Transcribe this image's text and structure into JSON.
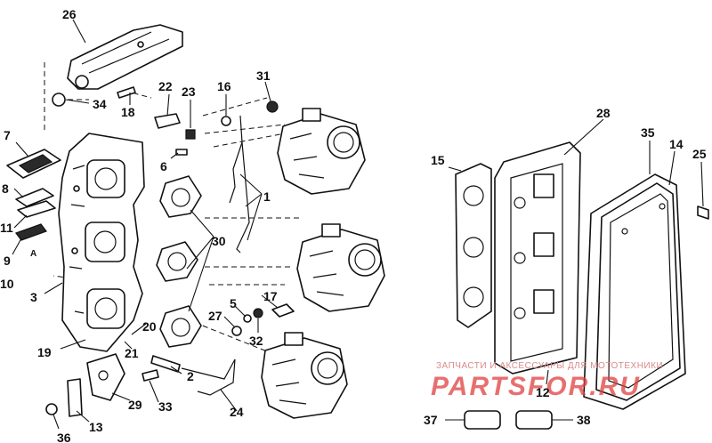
{
  "callouts": {
    "c1": "1",
    "c2": "2",
    "c3": "3",
    "c5": "5",
    "c6": "6",
    "c7": "7",
    "c8": "8",
    "c9": "9",
    "c10": "10",
    "c11": "11",
    "c12": "12",
    "c13": "13",
    "c14": "14",
    "c15": "15",
    "c16": "16",
    "c17": "17",
    "c18": "18",
    "c19": "19",
    "c20": "20",
    "c21": "21",
    "c22": "22",
    "c23": "23",
    "c24": "24",
    "c25": "25",
    "c26": "26",
    "c27": "27",
    "c28": "28",
    "c29": "29",
    "c30": "30",
    "c31": "31",
    "c32": "32",
    "c33": "33",
    "c34": "34",
    "c35": "35",
    "c36": "36",
    "c37": "37",
    "c38": "38",
    "a": "A"
  },
  "watermark": {
    "tagline": "ЗАПЧАСТИ И АКСЕССУАРЫ ДЛЯ МОТОТЕХНИКИ",
    "brand": "PARTSFOR.RU"
  },
  "colors": {
    "line": "#111111",
    "watermark_text": "#e04040",
    "watermark_tagline": "#d98a8a"
  }
}
